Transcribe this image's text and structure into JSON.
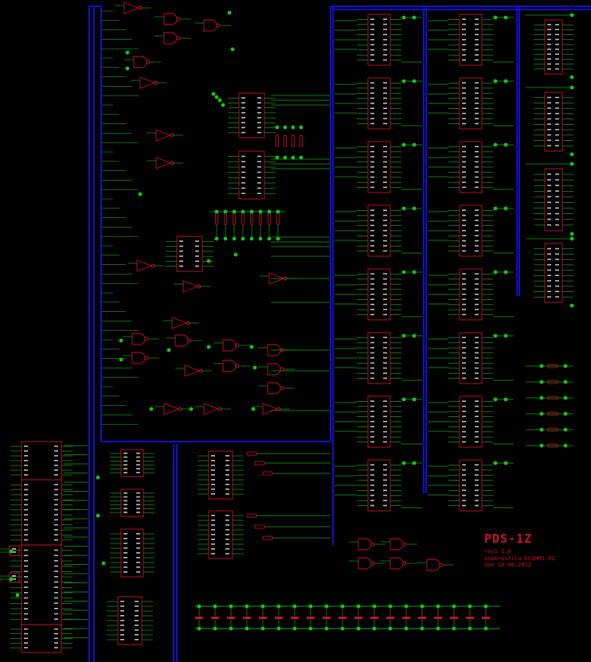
{
  "title_block": {
    "title": "PDS-1Z",
    "revision": "rev1 1.0",
    "author": "prekreslila ECIHMS.01",
    "date": "dne 18.06.2012"
  },
  "colors": {
    "background": "#000000",
    "bus": "#1010c8",
    "wire": "#13a313",
    "junction": "#18c418",
    "component": "#c8102e",
    "pin_text": "#bbbbbb"
  }
}
